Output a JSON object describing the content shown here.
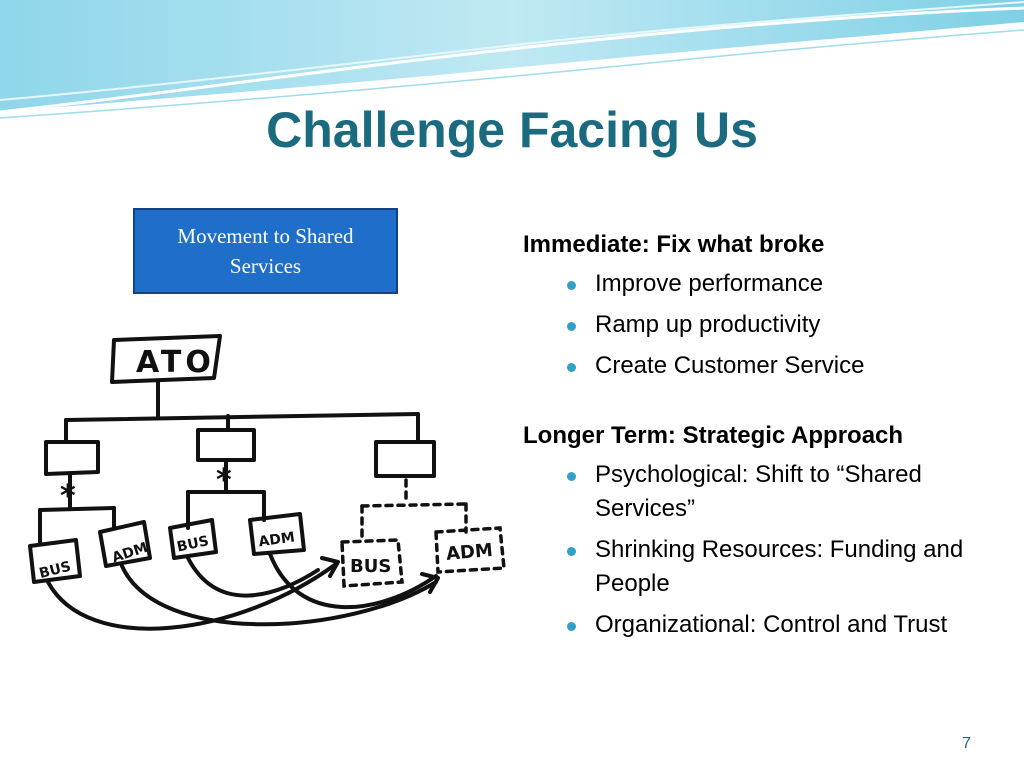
{
  "slide": {
    "title": "Challenge Facing Us",
    "callout": "Movement to Shared Services",
    "page_number": "7"
  },
  "sketch": {
    "top_box": "ATO",
    "labels": [
      "BUS",
      "ADM",
      "BUS",
      "ADM",
      "BUS",
      "ADM"
    ],
    "star": "*"
  },
  "content": {
    "section1": {
      "heading": "Immediate: Fix what broke",
      "bullets": [
        "Improve performance",
        "Ramp up productivity",
        "Create Customer Service"
      ]
    },
    "section2": {
      "heading": "Longer Term: Strategic Approach",
      "bullets": [
        "Psychological: Shift to “Shared Services”",
        "Shrinking Resources: Funding and People",
        "Organizational: Control and Trust"
      ]
    }
  },
  "colors": {
    "title": "#1b6b80",
    "callout_fill": "#1f6ec9",
    "bullet": "#33a0c8"
  }
}
